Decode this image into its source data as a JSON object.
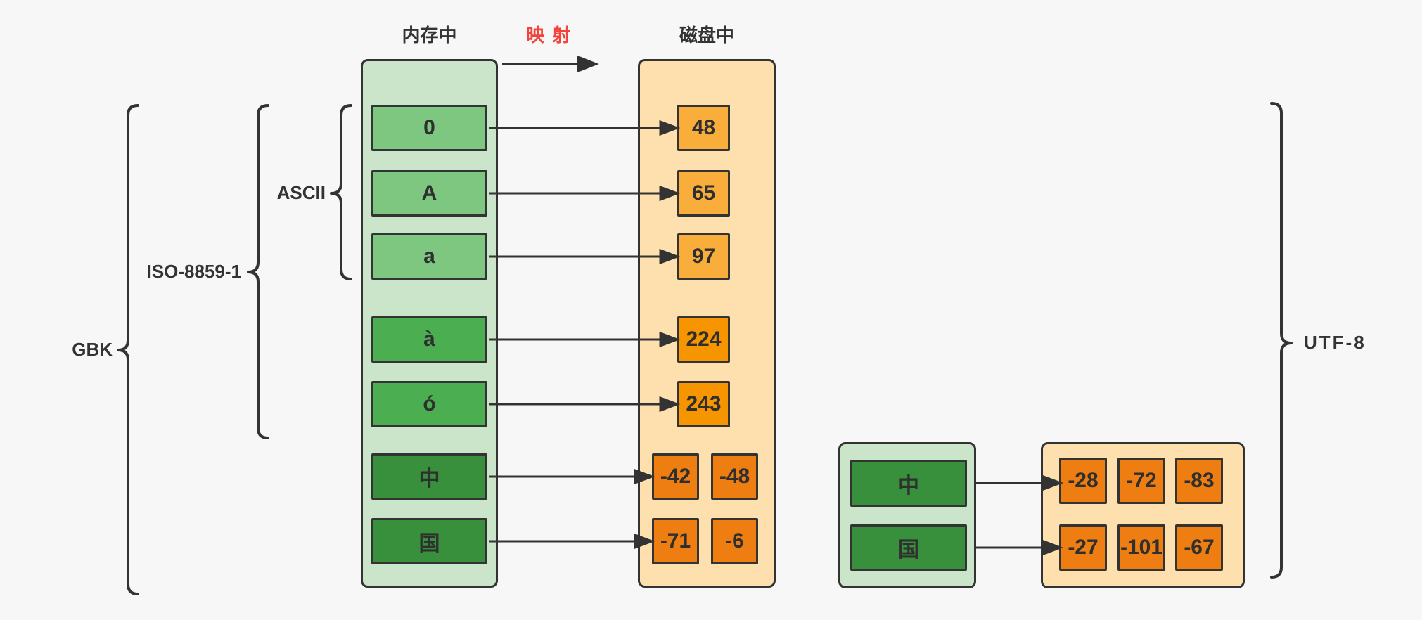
{
  "diagram": {
    "memory_header": "内存中",
    "mapping_label": "映 射",
    "disk_header": "磁盘中",
    "encodings": {
      "ascii_label": "ASCII",
      "iso_label": "ISO-8859-1",
      "gbk_label": "GBK",
      "utf8_label": "UTF-8"
    },
    "gbk_mapping": {
      "rows": [
        {
          "char": "0",
          "bytes": [
            "48"
          ]
        },
        {
          "char": "A",
          "bytes": [
            "65"
          ]
        },
        {
          "char": "a",
          "bytes": [
            "97"
          ]
        },
        {
          "char": "à",
          "bytes": [
            "224"
          ]
        },
        {
          "char": "ó",
          "bytes": [
            "243"
          ]
        },
        {
          "char": "中",
          "bytes": [
            "-42",
            "-48"
          ]
        },
        {
          "char": "国",
          "bytes": [
            "-71",
            "-6"
          ]
        }
      ]
    },
    "utf8_mapping": {
      "rows": [
        {
          "char": "中",
          "bytes": [
            "-28",
            "-72",
            "-83"
          ]
        },
        {
          "char": "国",
          "bytes": [
            "-27",
            "-101",
            "-67"
          ]
        }
      ]
    },
    "colors": {
      "background": "#f7f7f7",
      "stroke": "#333333",
      "mapping_red": "#f2443b",
      "green_container": "#cbe5cb",
      "green_ascii_box": "#7ec780",
      "green_latin_box": "#4bae50",
      "green_cjk_box": "#38903c",
      "orange_container": "#fde0ae",
      "orange_ascii_box": "#f9ae3c",
      "orange_latin_box": "#f79500",
      "orange_cjk_box": "#ee7d12"
    }
  }
}
